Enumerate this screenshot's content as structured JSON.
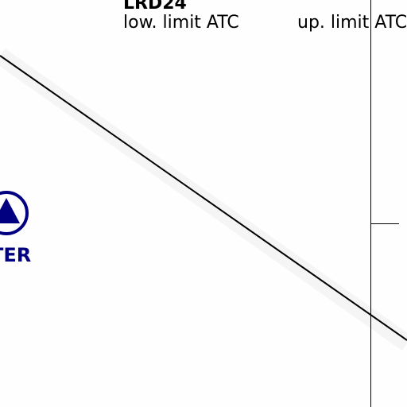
{
  "sector": {
    "name": "LRD24",
    "lower_limit_label": "low. limit ATC",
    "upper_limit_label": "up. limit ATC"
  },
  "waypoint": {
    "name_visible": "TER",
    "icon": "navaid-triangle-in-circle-icon",
    "color": "#000080"
  },
  "colors": {
    "route_line": "#000000",
    "route_halo": "#f5f5f5",
    "boundary_line": "#000000",
    "background": "#fefefe"
  }
}
